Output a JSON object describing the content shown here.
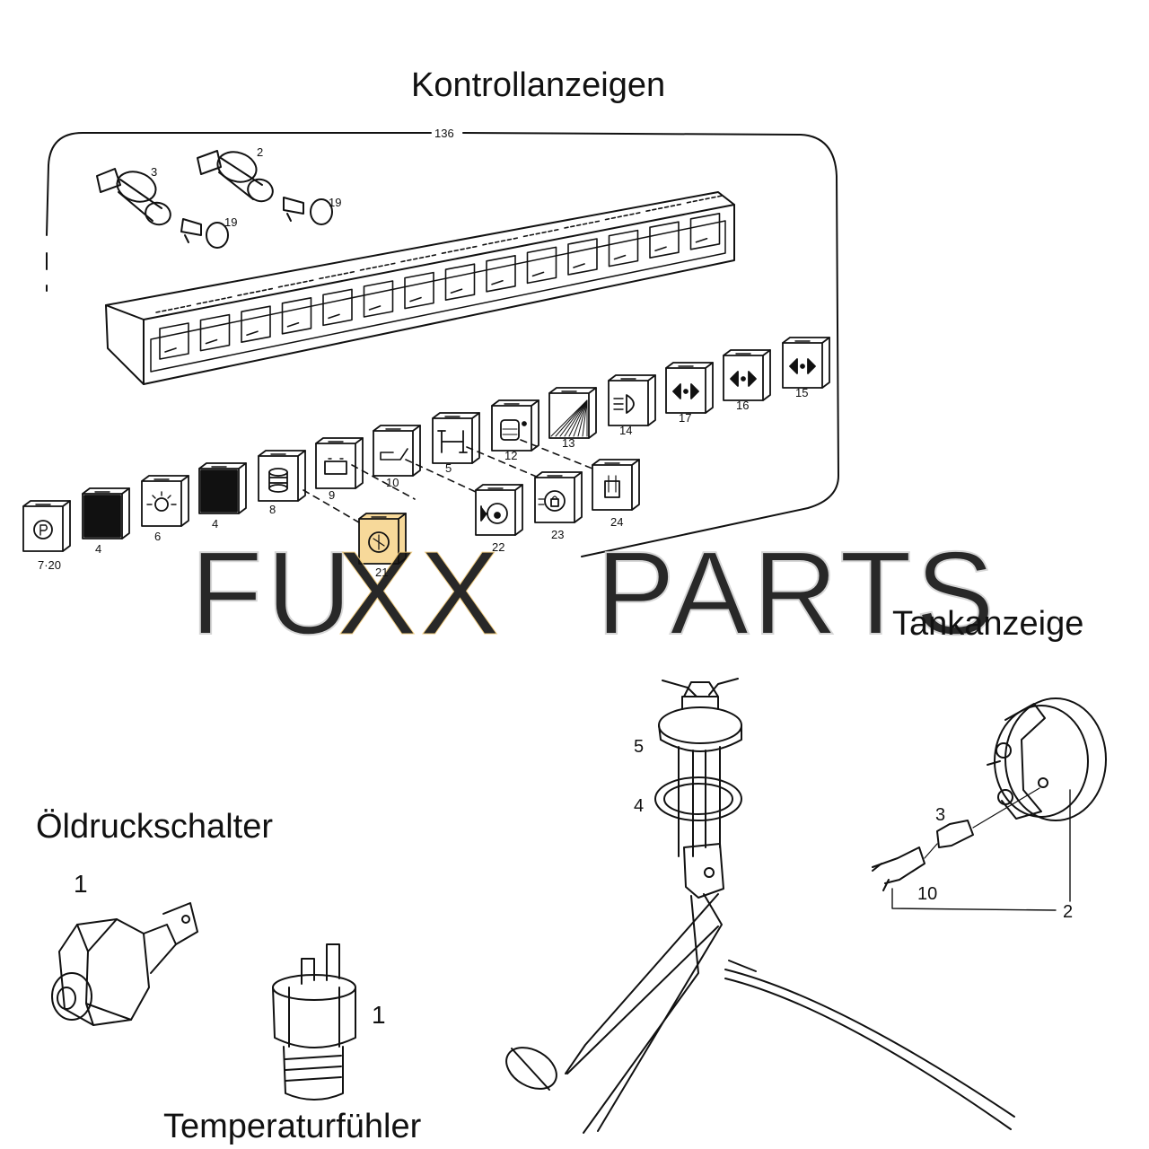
{
  "titles": {
    "indicators": "Kontrollanzeigen",
    "tank": "Tankanzeige",
    "oil_pressure": "Öldruckschalter",
    "temperature": "Temperaturfühler"
  },
  "watermark": {
    "part1": "FU",
    "part2": "XX",
    "part3": "PARTS",
    "color_text": "#e8e8e8",
    "color_xx": "#f7d99a"
  },
  "callouts": {
    "panel_ref": "136",
    "bulb_holder_3": "3",
    "bulb_holder_2": "2",
    "bulb_19a": "19",
    "bulb_19b": "19",
    "ind_7_20": "7·20",
    "ind_4a": "4",
    "ind_6": "6",
    "ind_4b": "4",
    "ind_8": "8",
    "ind_9": "9",
    "ind_10": "10",
    "ind_5": "5",
    "ind_12": "12",
    "ind_13": "13",
    "ind_14": "14",
    "ind_17": "17",
    "ind_16": "16",
    "ind_15": "15",
    "ind_21": "21",
    "ind_22": "22",
    "ind_23": "23",
    "ind_24": "24",
    "tank_5": "5",
    "tank_4": "4",
    "gauge_3": "3",
    "gauge_10": "10",
    "gauge_2": "2",
    "oil_1": "1",
    "temp_1": "1"
  }
}
